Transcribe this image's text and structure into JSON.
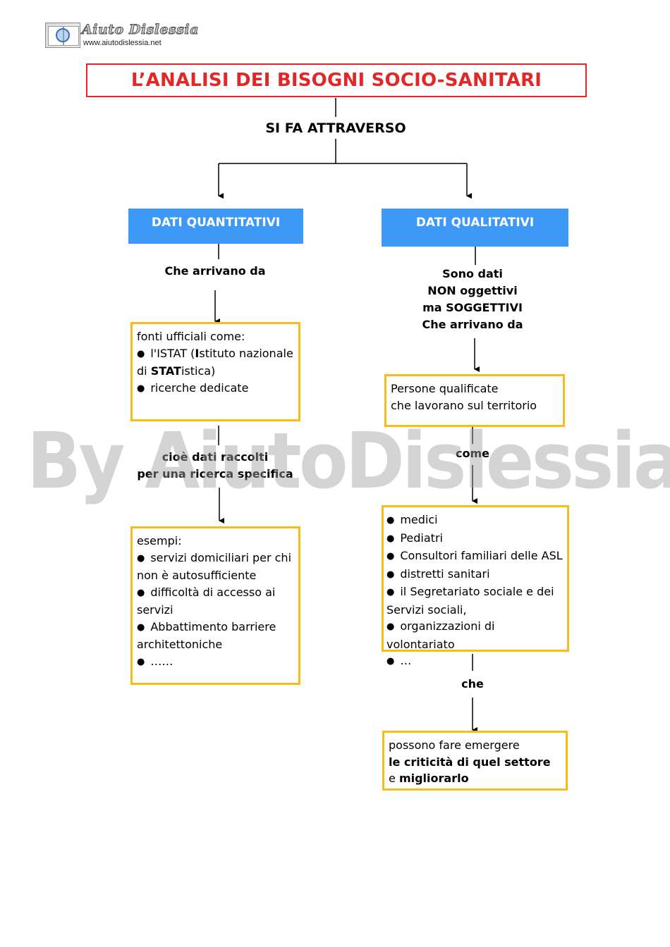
{
  "logo": {
    "title": "Aiuto Dislessia",
    "url": "www.aiutodislessia.net"
  },
  "title": "L’ANALISI DEI BISOGNI SOCIO-SANITARI",
  "connector_main": "SI FA ATTRAVERSO",
  "left": {
    "header": "DATI QUANTITATIVI",
    "connector_1": "Che arrivano da",
    "box_1": {
      "intro": "fonti ufficiali come:",
      "item_1": {
        "part_a": "l'ISTAT (",
        "part_b": "I",
        "part_c": "stituto nazionale",
        "part_d": "di ",
        "part_e": "STAT",
        "part_f": "istica)"
      },
      "item_2": "ricerche dedicate"
    },
    "connector_2": {
      "line_1": "cioè dati raccolti",
      "line_2": "per una ricerca specifica"
    },
    "box_2": {
      "intro": "esempi:",
      "item_1_a": "servizi domiciliari per chi",
      "item_1_b": "non è autosufficiente",
      "item_2_a": "difficoltà di accesso ai",
      "item_2_b": "servizi",
      "item_3_a": "Abbattimento barriere",
      "item_3_b": "architettoniche",
      "item_4": "……"
    }
  },
  "right": {
    "header": "DATI QUALITATIVI",
    "connector_1": {
      "line_1": "Sono dati",
      "line_2": "NON oggettivi",
      "line_3": "ma SOGGETTIVI",
      "line_4": "Che arrivano da"
    },
    "box_1": {
      "line_1": "Persone qualificate",
      "line_2": "che lavorano sul territorio"
    },
    "connector_2": "come",
    "box_2": {
      "item_1": "medici",
      "item_2": "Pediatri",
      "item_3": "Consultori familiari delle ASL",
      "item_4": "distretti sanitari",
      "item_5_a": "il Segretariato sociale e dei",
      "item_5_b": "Servizi sociali,",
      "item_6": "organizzazioni di volontariato",
      "item_7": "…"
    },
    "connector_3": "che",
    "box_3": {
      "line_1": "possono fare emergere",
      "line_2": "le criticità di quel settore",
      "line_3_a": "e ",
      "line_3_b": "migliorarlo"
    }
  },
  "watermark": "By AiutoDislessia.net",
  "colors": {
    "title_red": "#e32626",
    "header_blue": "#3d99f5",
    "box_yellow": "#f6bd17"
  }
}
